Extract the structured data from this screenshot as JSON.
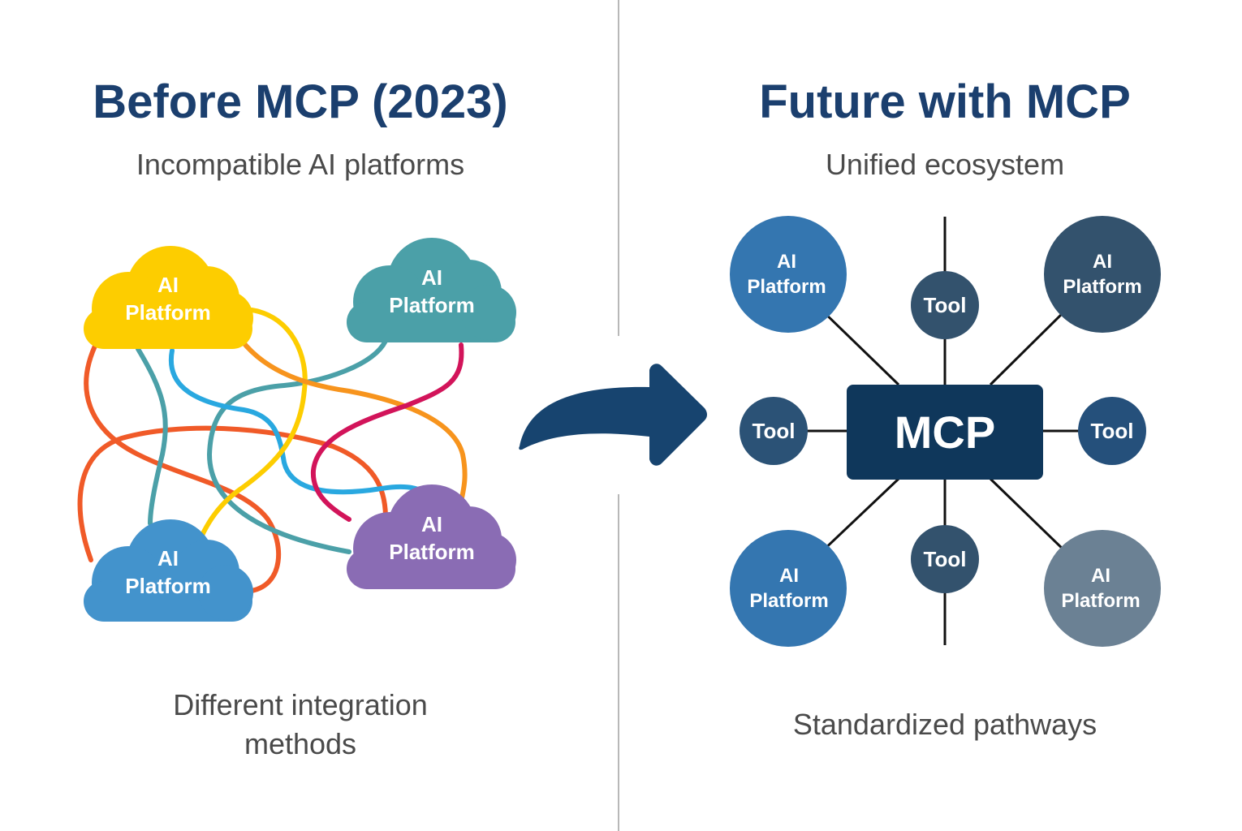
{
  "left_panel": {
    "title": "Before MCP (2023)",
    "subtitle": "Incompatible AI platforms",
    "caption_line1": "Different integration",
    "caption_line2": "methods",
    "clouds": [
      {
        "line1": "AI",
        "line2": "Platform",
        "color": "#fdcd00"
      },
      {
        "line1": "AI",
        "line2": "Platform",
        "color": "#4ba0a8"
      },
      {
        "line1": "AI",
        "line2": "Platform",
        "color": "#4393cc"
      },
      {
        "line1": "AI",
        "line2": "Platform",
        "color": "#8a6cb4"
      }
    ],
    "connector_colors": {
      "orange_red": "#f05a28",
      "teal": "#4ba0a8",
      "blue": "#29a8e0",
      "yellow": "#fdcd00",
      "amber": "#f7941d",
      "crimson": "#d2145a"
    }
  },
  "transition_arrow": {
    "color": "#17446f"
  },
  "right_panel": {
    "title": "Future with MCP",
    "subtitle": "Unified ecosystem",
    "caption": "Standardized pathways",
    "hub": {
      "label": "MCP",
      "color": "#0f375b"
    },
    "platforms": [
      {
        "line1": "AI",
        "line2": "Platform",
        "color": "#3476b0"
      },
      {
        "line1": "AI",
        "line2": "Platform",
        "color": "#33526d"
      },
      {
        "line1": "AI",
        "line2": "Platform",
        "color": "#3476b0"
      },
      {
        "line1": "AI",
        "line2": "Platform",
        "color": "#6b8194"
      }
    ],
    "tools": [
      {
        "label": "Tool",
        "color": "#33526d"
      },
      {
        "label": "Tool",
        "color": "#2b5276"
      },
      {
        "label": "Tool",
        "color": "#25507b"
      },
      {
        "label": "Tool",
        "color": "#33526d"
      }
    ]
  },
  "divider_color": "#b8b8b8"
}
